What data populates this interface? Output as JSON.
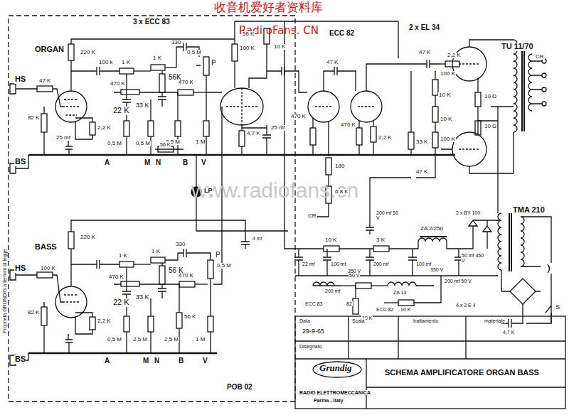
{
  "diagram": {
    "labels": [
      "收音机爱好者资料库",
      "Radi oFans. CN",
      "3 x ECC 83",
      "56 K",
      "ECC 82",
      "2 x EL 34",
      "TU 11/70",
      "CR",
      "ORGAN",
      "HS",
      "47 K",
      "220 K",
      "100 k",
      "1 K",
      "1 K",
      "56K",
      "330",
      "0,5 M",
      "P",
      "100 K",
      "10 K",
      "47 K",
      "47 K",
      "2,2 K",
      "100 K",
      "10 K",
      "10 Ω",
      "82 K",
      "25 mf",
      "2,2 K",
      "470 K",
      "22 K",
      "33 K",
      "470 K",
      "0,5 M",
      "0,5 M",
      "2,5 M",
      "1 M",
      "4,7 K",
      "25 mf",
      "470 K",
      "470 K",
      "2,2 K",
      "33 K",
      "10 K",
      "100 K",
      "10 Ω",
      "47 K",
      "BS",
      "A",
      "M",
      "N",
      "56 K",
      "B",
      "V",
      "LP",
      "180",
      "6,8 K",
      "CR",
      "www.radiofans.cn",
      "2 x BY 100",
      "TMA 210",
      "ZA 2/250",
      "4 mf",
      "200 mf 50 V",
      "10 K",
      "3 K",
      "22 mf",
      "100 mf",
      "350 V",
      "200 mf",
      "100 mf",
      "350 V",
      "50 mf 450 V",
      "200 mf 50 V",
      "200 mf",
      "50 V",
      "ZA 13",
      "ECC 83",
      "82",
      "ECC 82",
      "10 K",
      "10 K",
      "4 x 2 E 4",
      "4,7 K",
      "S",
      "BASS",
      "HS",
      "100 K",
      "220 K",
      "1 K",
      "1 K",
      "56 K",
      "330",
      "P",
      "0,5 M",
      "82 K",
      "2,2 K",
      "470 K",
      "22 K",
      "33 K",
      "470 K",
      "56 K",
      "0,5 M",
      "2,5 M",
      "2,5 M",
      "1 M",
      "BS",
      "A",
      "M",
      "N",
      "B",
      "V",
      "POB 02",
      "Proprietà GRUNDIG a termini di legge",
      "Data",
      "29-9-65",
      "Scala",
      "trattamento",
      "materiale",
      "Disegnato",
      "Grundig",
      "RADIO ELETTROMECCANICA",
      "Parma - Italy",
      "SCHEMA AMPLIFICATORE ORGAN BASS"
    ]
  }
}
